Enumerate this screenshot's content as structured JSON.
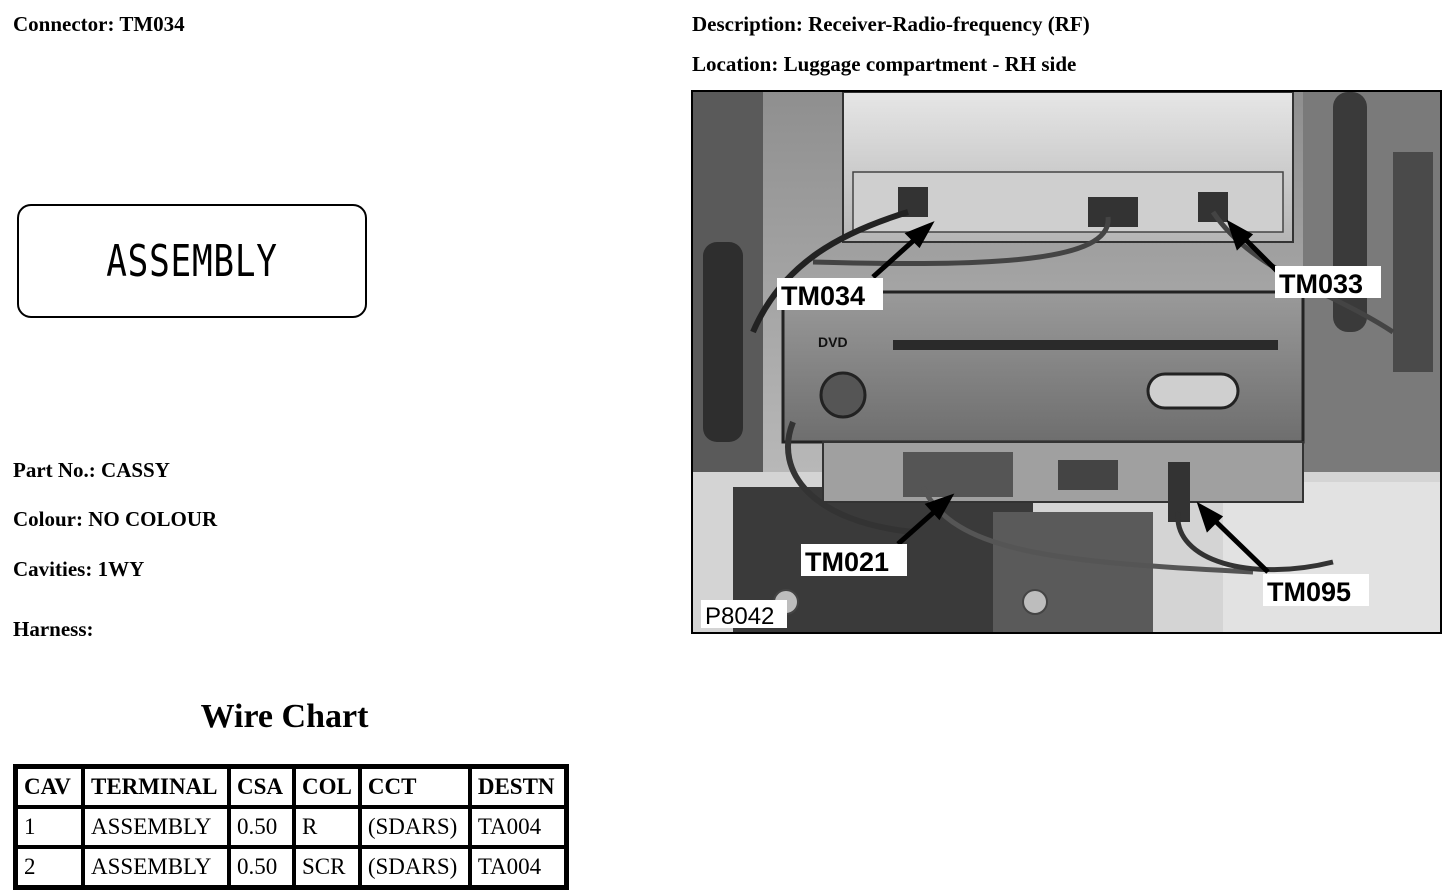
{
  "header": {
    "connector": "Connector: TM034",
    "description": "Description: Receiver-Radio-frequency (RF)",
    "location": "Location: Luggage compartment - RH side"
  },
  "symbol": {
    "label": "ASSEMBLY"
  },
  "details": {
    "part_no": "Part No.: CASSY",
    "colour": "Colour: NO COLOUR",
    "cavities": "Cavities: 1WY",
    "harness": "Harness:"
  },
  "wire_chart": {
    "title": "Wire Chart",
    "columns": [
      "CAV",
      "TERMINAL",
      "CSA",
      "COL",
      "CCT",
      "DESTN"
    ],
    "rows": [
      [
        "1",
        "ASSEMBLY",
        "0.50",
        "R",
        "(SDARS)",
        "TA004"
      ],
      [
        "2",
        "ASSEMBLY",
        "0.50",
        "SCR",
        "(SDARS)",
        "TA004"
      ]
    ]
  },
  "photo": {
    "callouts": {
      "tm034": "TM034",
      "tm033": "TM033",
      "tm021": "TM021",
      "tm095": "TM095"
    },
    "dvd_logo": "DVD",
    "ref": "P8042"
  }
}
